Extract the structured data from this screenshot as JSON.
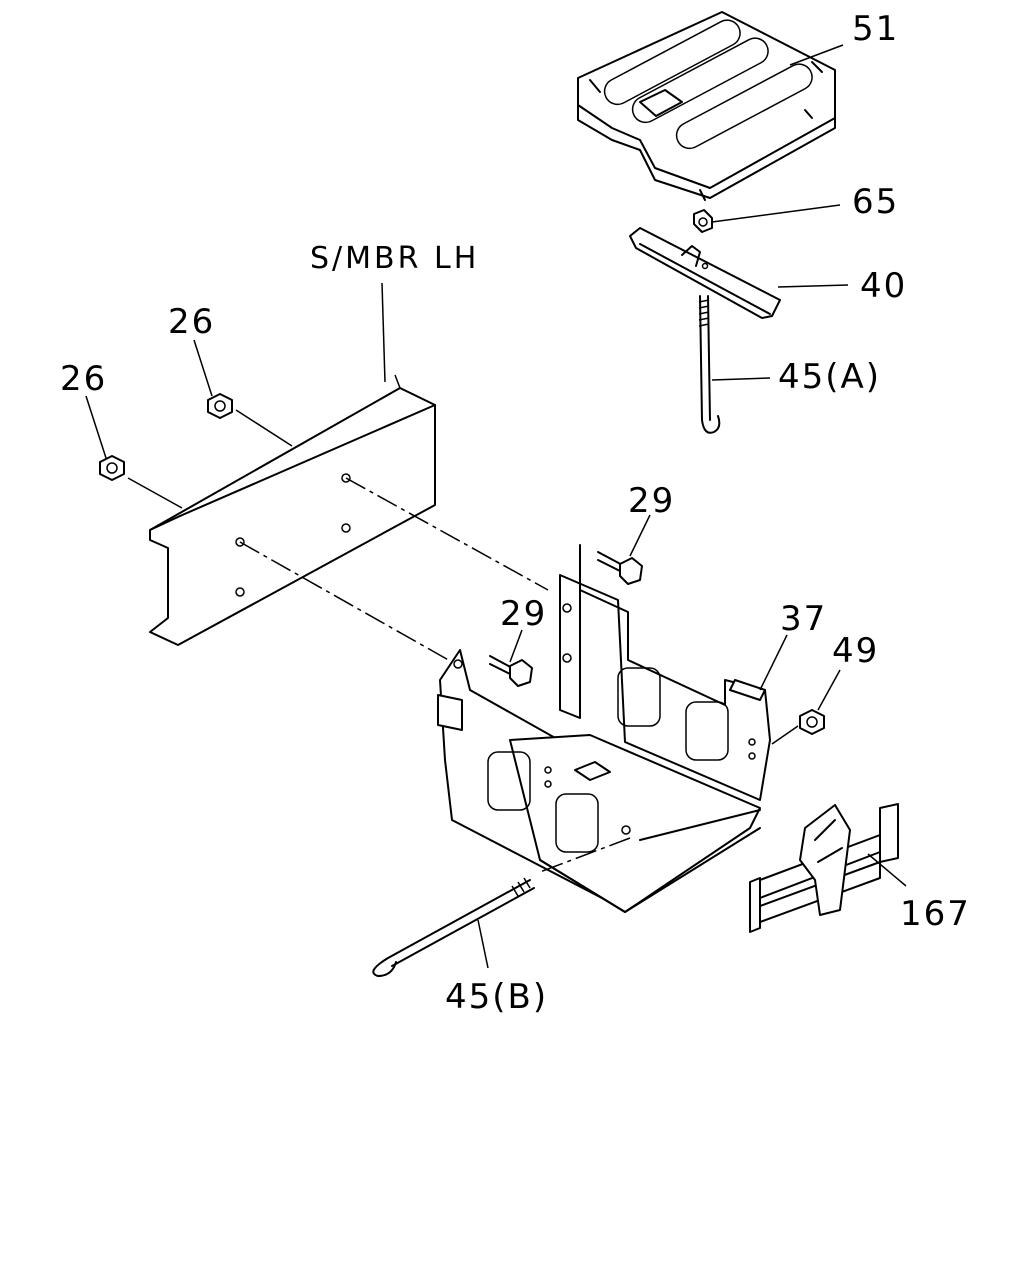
{
  "colors": {
    "ink": "#000000",
    "paper": "#ffffff"
  },
  "labels": {
    "p51": "51",
    "p65": "65",
    "p40": "40",
    "p45a": "45(A)",
    "frame": "S/MBR LH",
    "p26_upper": "26",
    "p26_lower": "26",
    "p29_upper": "29",
    "p29_lower": "29",
    "p37": "37",
    "p49": "49",
    "p167": "167",
    "p45b": "45(B)"
  }
}
